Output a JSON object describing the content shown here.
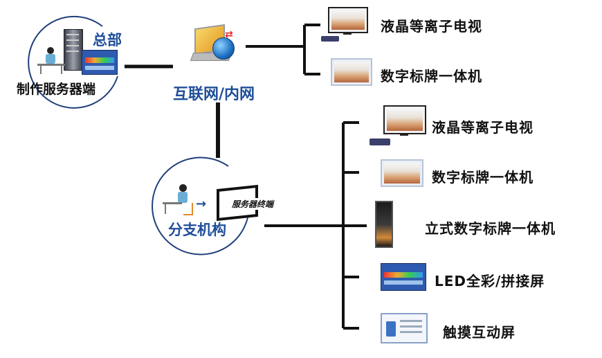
{
  "headquarters": {
    "title": "总部",
    "caption": "制作服务器端"
  },
  "network": {
    "label": "互联网/内网"
  },
  "branch": {
    "title": "分支机构",
    "terminal_label": "服务器终端"
  },
  "top_devices": [
    {
      "label": "液晶等离子电视"
    },
    {
      "label": "数字标牌一体机"
    }
  ],
  "branch_devices": [
    {
      "label": "液晶等离子电视"
    },
    {
      "label": "数字标牌一体机"
    },
    {
      "label": "立式数字标牌一体机"
    },
    {
      "label": "LED全彩/拼接屏"
    },
    {
      "label": "触摸互动屏"
    }
  ],
  "colors": {
    "accent_blue": "#1f4e9a",
    "line": "#111111",
    "circle": "#1f3f7a"
  }
}
